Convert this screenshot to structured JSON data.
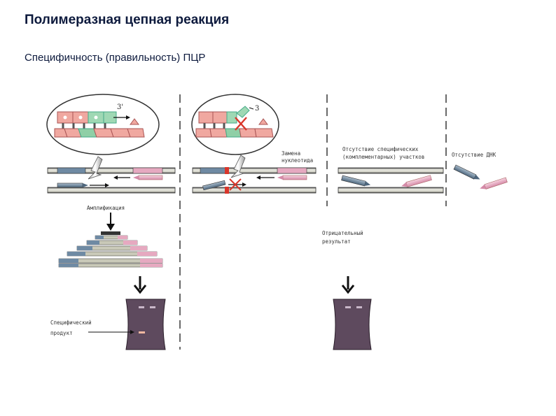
{
  "slide": {
    "title": "Полимеразная цепная реакция",
    "subtitle": "Специфичность (правильность) ПЦР"
  },
  "diagram": {
    "zoom_left": {
      "end_label": "3'"
    },
    "zoom_right": {
      "end_label": "3"
    },
    "labels": {
      "nucleotide_substitution": [
        "Замена",
        "нуклеотида"
      ],
      "absence_specific": [
        "Отсутствие специфических",
        "(комплементарных) участков"
      ],
      "absence_dna": "Отсутствие ДНК",
      "amplification": "Амплификация",
      "negative_result": [
        "Отрицательный",
        "результат"
      ],
      "specific_product": [
        "Специфический",
        "продукт"
      ]
    },
    "colors": {
      "primer_blue": "#6f8aa3",
      "primer_pink": "#e6a9c0",
      "mutation_red": "#d9362b",
      "gel": "#5e4a5e",
      "zoom_green": "#8fcfa6",
      "zoom_pink": "#f0a8a0",
      "dashed_divider": "#444444"
    }
  }
}
